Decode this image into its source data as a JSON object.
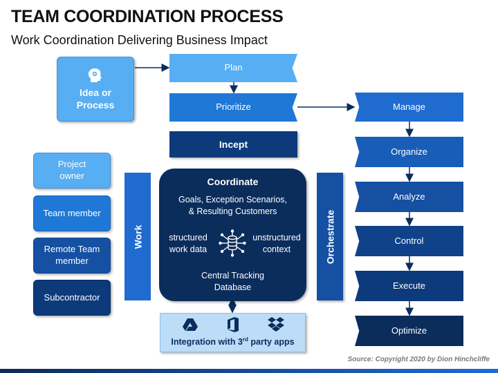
{
  "title": "TEAM COORDINATION PROCESS",
  "subtitle": "Work Coordination Delivering Business Impact",
  "idea": {
    "label_line1": "Idea or",
    "label_line2": "Process"
  },
  "plan": "Plan",
  "prioritize": "Prioritize",
  "incept": "Incept",
  "right_steps": [
    "Manage",
    "Organize",
    "Analyze",
    "Control",
    "Execute",
    "Optimize"
  ],
  "left_roles": {
    "project_owner_1": "Project",
    "project_owner_2": "owner",
    "team_member": "Team member",
    "remote_1": "Remote Team",
    "remote_2": "member",
    "subcontractor": "Subcontractor"
  },
  "work": "Work",
  "orchestrate": "Orchestrate",
  "coordinate": {
    "title": "Coordinate",
    "goals_1": "Goals, Exception Scenarios,",
    "goals_2": "& Resulting Customers",
    "structured_1": "structured",
    "structured_2": "work data",
    "unstructured_1": "unstructured",
    "unstructured_2": "context",
    "central_1": "Central Tracking",
    "central_2": "Database"
  },
  "integration": {
    "prefix": "Integration with 3",
    "sup": "rd",
    "suffix": " party apps"
  },
  "source": "Source: Copyright 2020 by Dion Hinchcliffe",
  "icons": [
    "gear-head-icon",
    "database-network-icon",
    "drive-icon",
    "office-icon",
    "dropbox-icon"
  ],
  "colors": {
    "light": "#58aef2",
    "mid": "#1f78d6",
    "dark": "#0d3a7a",
    "navy": "#0b2d5c"
  }
}
